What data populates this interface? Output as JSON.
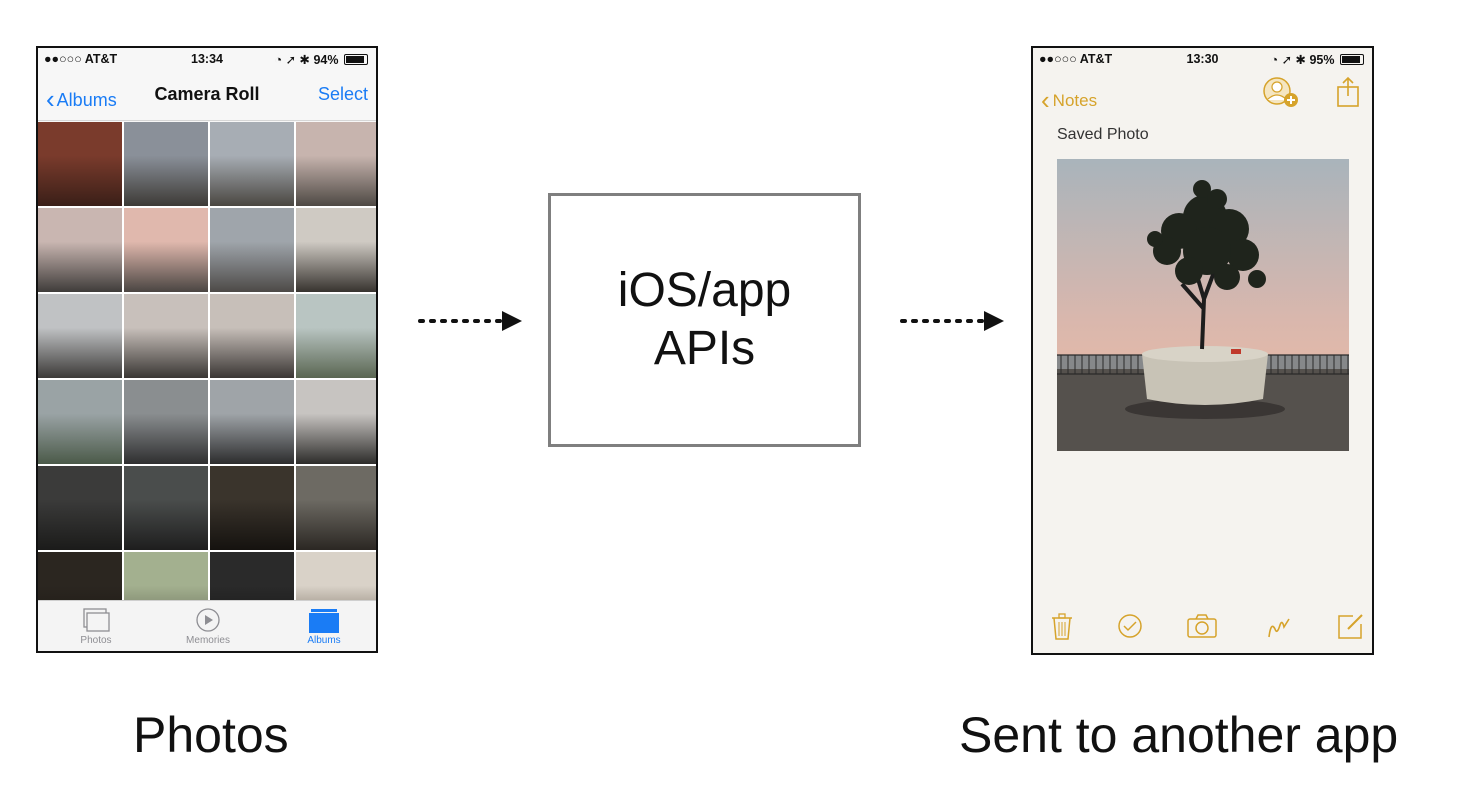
{
  "left_phone": {
    "status": {
      "carrier": "●●○○○ AT&T",
      "time": "13:34",
      "battery_text": "94%",
      "battery_level": 0.94
    },
    "nav": {
      "back_label": "Albums",
      "title": "Camera Roll",
      "right_label": "Select"
    },
    "thumbnail_count": 24,
    "tabs": [
      {
        "label": "Photos",
        "icon": "photos-stack-icon",
        "active": false
      },
      {
        "label": "Memories",
        "icon": "memories-icon",
        "active": false
      },
      {
        "label": "Albums",
        "icon": "albums-folder-icon",
        "active": true
      }
    ]
  },
  "api_box": {
    "line1": "iOS/app",
    "line2": "APIs"
  },
  "right_phone": {
    "status": {
      "carrier": "●●○○○ AT&T",
      "time": "13:30",
      "battery_text": "95%",
      "battery_level": 0.95
    },
    "nav": {
      "back_label": "Notes"
    },
    "note_title": "Saved Photo",
    "toolbar_icons": [
      "trash-icon",
      "checklist-icon",
      "camera-icon",
      "sketch-icon",
      "compose-icon"
    ]
  },
  "captions": {
    "left": "Photos",
    "right": "Sent to another app"
  },
  "colors": {
    "ios_blue": "#1a7cf5",
    "notes_gold": "#d6a32b",
    "box_border": "#7f7f7f"
  }
}
